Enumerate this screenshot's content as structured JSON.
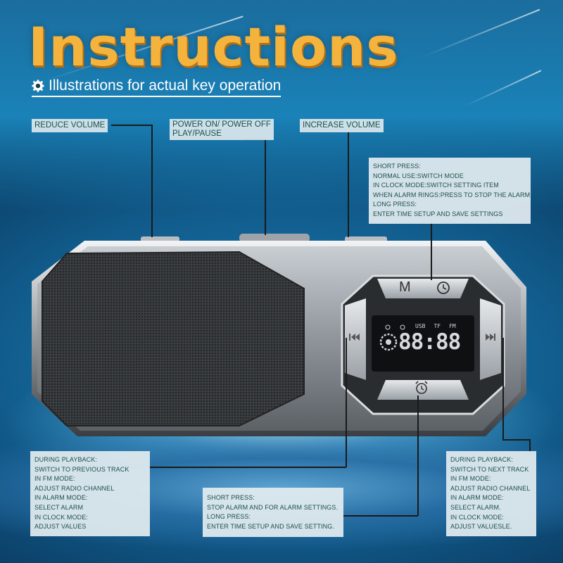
{
  "title": "Instructions",
  "subtitle": "Illustrations for actual key operation",
  "labels": {
    "reduce_volume": "REDUCE VOLUME",
    "power_line1": "POWER ON/ POWER OFF",
    "power_line2": "PLAY/PAUSE",
    "increase_volume": "INCREASE VOLUME"
  },
  "mode_box": {
    "lines": [
      "SHORT PRESS:",
      "NORMAL USE:SWITCH MODE",
      "IN CLOCK MODE:SWITCH SETTING ITEM",
      "WHEN ALARM RINGS:PRESS TO STOP THE ALARM",
      "LONG PRESS:",
      "ENTER TIME SETUP AND SAVE SETTINGS"
    ]
  },
  "prev_box": {
    "lines": [
      "DURING PLAYBACK:",
      "SWITCH TO PREVIOUS TRACK",
      "IN FM MODE:",
      "ADJUST RADIO CHANNEL",
      "IN ALARM MODE:",
      "SELECT ALARM",
      "IN CLOCK MODE:",
      "ADJUST VALUES"
    ]
  },
  "alarm_box": {
    "lines": [
      "SHORT PRESS:",
      "STOP ALARM AND FOR ALARM SETTINGS.",
      "LONG PRESS:",
      "ENTER TIME SETUP AND SAVE SETTING."
    ]
  },
  "next_box": {
    "lines": [
      "DURING PLAYBACK:",
      "SWITCH TO NEXT TRACK",
      "IN FM MODE:",
      "ADJUST RADIO CHANNEL",
      "IN ALARM MODE:",
      "SELECT ALARM.",
      "IN CLOCK MODE:",
      "ADJUST VALUESLE."
    ]
  },
  "device": {
    "mode_key": "M",
    "display_indicators": [
      "USB",
      "TF",
      "FM"
    ],
    "display_digits": "88:88"
  },
  "colors": {
    "title": "#f3b33c",
    "label_text": "#1d4f4a",
    "device_body": "#8a9096"
  }
}
